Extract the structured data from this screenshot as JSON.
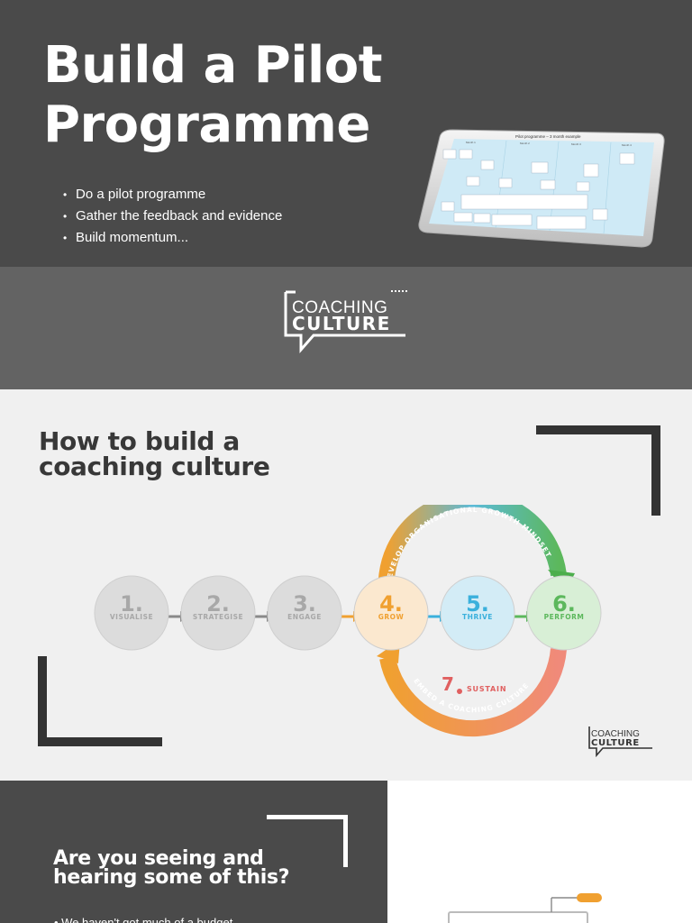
{
  "slide1": {
    "title_line1": "Build a Pilot",
    "title_line2": "Programme",
    "bullets": [
      "Do a pilot programme",
      "Gather the feedback and evidence",
      "Build momentum..."
    ],
    "tablet_heading": "Pilot programme – 3 month example",
    "tablet_col_labels": [
      "Month 1",
      "Month 2",
      "Month 3",
      "Month 4"
    ]
  },
  "logo": {
    "line1": "COACHING",
    "line2": "CULTURE"
  },
  "slide2": {
    "title_line1": "How to build a",
    "title_line2": "coaching culture",
    "steps": [
      {
        "num": "1.",
        "label": "VISUALISE",
        "color": "#a8a8a8",
        "fill": "#dcdcdc"
      },
      {
        "num": "2.",
        "label": "STRATEGISE",
        "color": "#a8a8a8",
        "fill": "#dcdcdc"
      },
      {
        "num": "3.",
        "label": "ENGAGE",
        "color": "#a8a8a8",
        "fill": "#dcdcdc"
      },
      {
        "num": "4.",
        "label": "GROW",
        "color": "#f0a030",
        "fill": "#fbe8cf"
      },
      {
        "num": "5.",
        "label": "THRIVE",
        "color": "#3ab0dc",
        "fill": "#d3ecf6"
      },
      {
        "num": "6.",
        "label": "PERFORM",
        "color": "#5cb85c",
        "fill": "#d8efd6"
      }
    ],
    "top_arc_text": "DEVELOP ORGANISATIONAL GROWTH MINDSET",
    "bottom_arc_text": "EMBED A COACHING CULTURE",
    "sustain_num": "7",
    "sustain_label": "SUSTAIN",
    "sustain_color": "#e06060"
  },
  "slide3": {
    "title_line1": "Are you seeing and",
    "title_line2": "hearing some of this?",
    "bullet": "We haven't got much of a budget",
    "accent": "#f0a030"
  }
}
